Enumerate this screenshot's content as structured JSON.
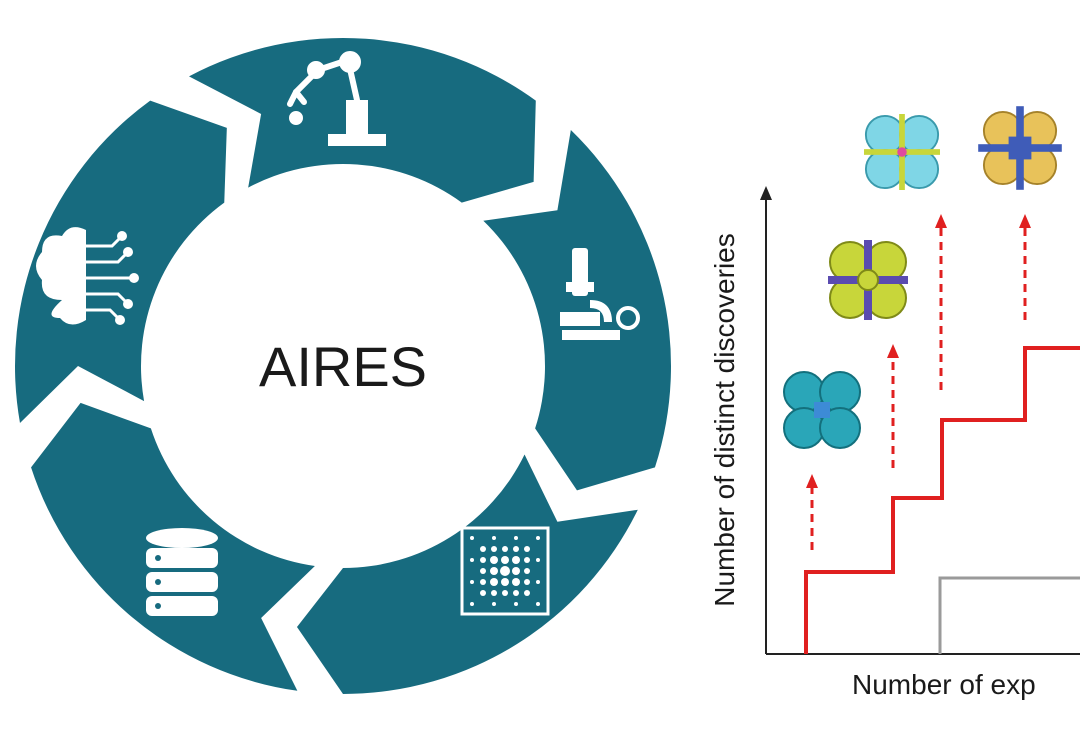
{
  "cycle": {
    "center_label": "AIRES",
    "segment_color": "#176b7f",
    "icons": [
      "robot-arm-icon",
      "microscope-icon",
      "diffraction-pattern-icon",
      "database-icon",
      "ai-brain-icon"
    ]
  },
  "plot": {
    "ylabel": "Number of distinct discoveries",
    "xlabel": "Number of exp",
    "red_step_color": "#e02020",
    "gray_step_color": "#9a9a9a",
    "crystal_colors": [
      "#2aa6b8",
      "#c8d63a",
      "#7fd6e6",
      "#e8c25a"
    ]
  }
}
